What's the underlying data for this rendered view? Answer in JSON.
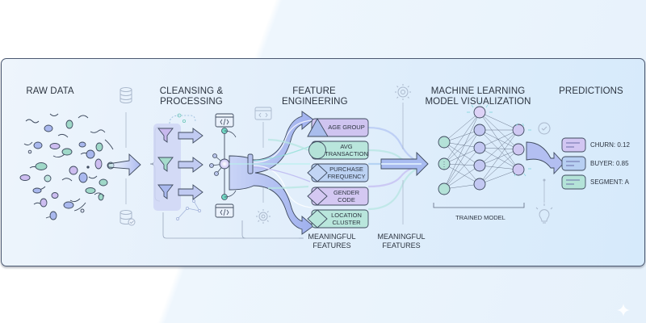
{
  "diagram": {
    "stages": [
      {
        "id": "raw",
        "title": "RAW DATA"
      },
      {
        "id": "cleansing",
        "title_line1": "CLEANSING &",
        "title_line2": "PROCESSING"
      },
      {
        "id": "feature",
        "title_line1": "FEATURE",
        "title_line2": "ENGINEERING"
      },
      {
        "id": "ml",
        "title_line1": "MACHINE LEARNING",
        "title_line2": "MODEL VISUALIZATION"
      },
      {
        "id": "predictions",
        "title": "PREDICTIONS"
      }
    ],
    "features": [
      {
        "line1": "AGE GROUP",
        "line2": "",
        "shape": "triangle",
        "color": "#cfc4f0"
      },
      {
        "line1": "AVG",
        "line2": "TRANSACTION",
        "shape": "circle",
        "color": "#b9e6dc"
      },
      {
        "line1": "PURCHASE",
        "line2": "FREQUENCY",
        "shape": "diamond",
        "color": "#bcd2f3"
      },
      {
        "line1": "GENDER",
        "line2": "CODE",
        "shape": "diamond",
        "color": "#d4c8f2"
      },
      {
        "line1": "LOCATION",
        "line2": "CLUSTER",
        "shape": "diamond",
        "color": "#b9e6dc"
      }
    ],
    "meaningful_features_1": {
      "line1": "MEANINGFUL",
      "line2": "FEATURES"
    },
    "meaningful_features_2": {
      "line1": "MEANINGFUL",
      "line2": "FEATURES"
    },
    "trained_model_label": "TRAINED MODEL",
    "predictions": [
      {
        "label": "CHURN: 0.12",
        "color": "#d2c6f2"
      },
      {
        "label": "BUYER: 0.85",
        "color": "#b7cff2"
      },
      {
        "label": "SEGMENT: A",
        "color": "#b4e3d8"
      }
    ],
    "icons": [
      "database-icon",
      "database-check-icon",
      "funnel-icon",
      "code-window-icon",
      "gear-icon",
      "check-circle-icon",
      "lightbulb-icon",
      "neural-network-icon"
    ],
    "colors": {
      "text": "#2c3440",
      "outline": "#4b5870",
      "lavender": "#cfc4f0",
      "teal": "#b9e6dc",
      "blue": "#bcd2f3",
      "flow": "#9fb4ee",
      "icon_gray": "#aab8cc"
    }
  }
}
